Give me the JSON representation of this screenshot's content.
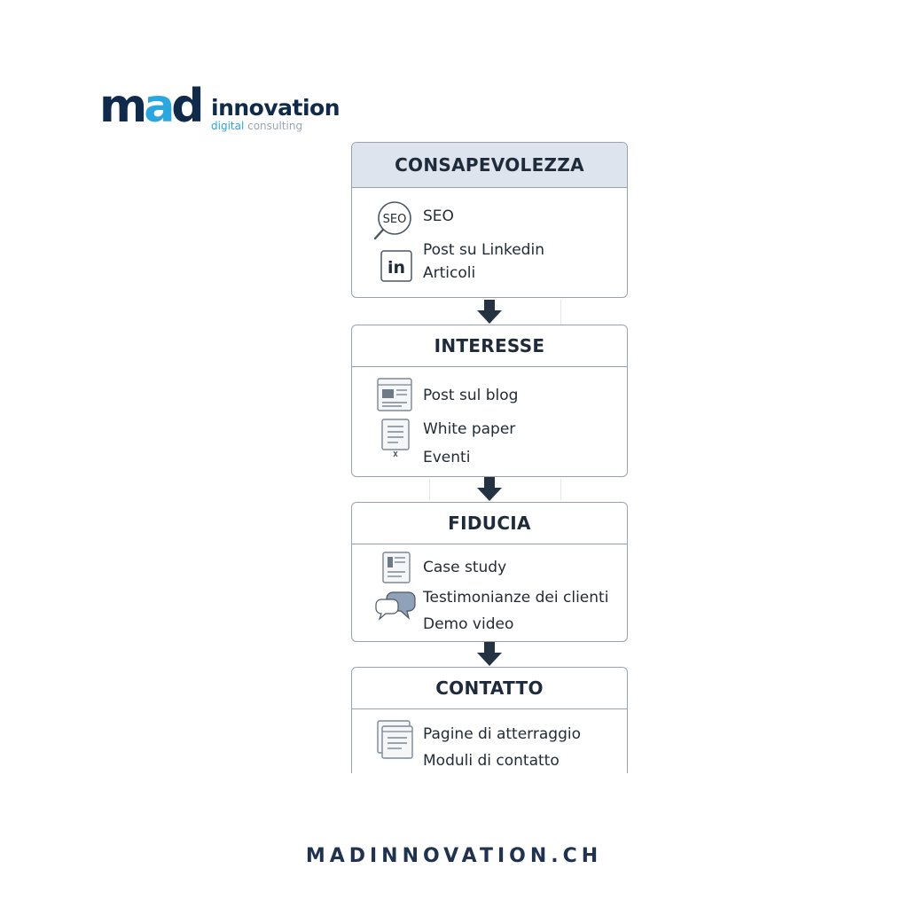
{
  "logo": {
    "mad_text_1": "m",
    "mad_text_2": "a",
    "mad_text_3": "d",
    "innovation_text": "innovation",
    "sub_digital": "digital",
    "sub_consulting": " consulting"
  },
  "stages": [
    {
      "title": "CONSAPEVOLEZZA",
      "items": [
        {
          "label": "SEO",
          "icon": "seo-magnifier-icon",
          "icon_text": "SEO"
        },
        {
          "label": "Post su Linkedin",
          "icon": "linkedin-icon",
          "icon_text": "in"
        },
        {
          "label": "Articoli"
        }
      ]
    },
    {
      "title": "INTERESSE",
      "items": [
        {
          "label": "Post sul blog",
          "icon": "blog-page-icon"
        },
        {
          "label": "White paper",
          "icon": "document-icon"
        },
        {
          "label": "Eventi"
        }
      ]
    },
    {
      "title": "FIDUCIA",
      "items": [
        {
          "label": "Case study",
          "icon": "case-study-icon"
        },
        {
          "label": "Testimonianze dei clienti",
          "icon": "speech-bubbles-icon"
        },
        {
          "label": "Demo video"
        }
      ]
    },
    {
      "title": "CONTATTO",
      "items": [
        {
          "label": "Pagine di atterraggio",
          "icon": "landing-pages-icon"
        },
        {
          "label": "Moduli di contatto"
        }
      ]
    }
  ],
  "footer": {
    "url": "MADINNOVATION.CH"
  },
  "colors": {
    "navy": "#0f2a4a",
    "accent": "#2aa7e0",
    "header_fill": "#dde4ee",
    "border": "#9aa3ad"
  }
}
